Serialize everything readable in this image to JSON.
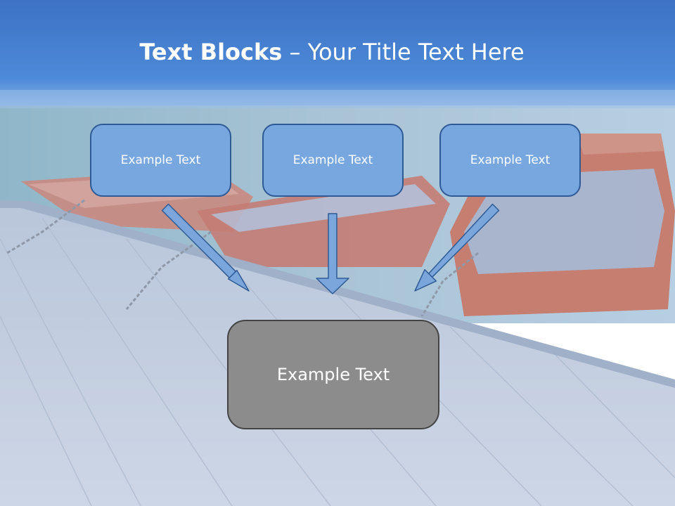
{
  "title": {
    "bold": "Text Blocks",
    "separator": " – ",
    "rest": "Your Title Text Here"
  },
  "blocks": {
    "left": "Example Text",
    "center": "Example Text",
    "right": "Example Text",
    "bottom": "Example Text"
  },
  "colors": {
    "header_blue": "#4a86d4",
    "block_fill": "#78a7e0",
    "block_border": "#2e5a96",
    "bottom_fill": "#8c8c8c",
    "arrow_fill": "#7aa6dc"
  }
}
